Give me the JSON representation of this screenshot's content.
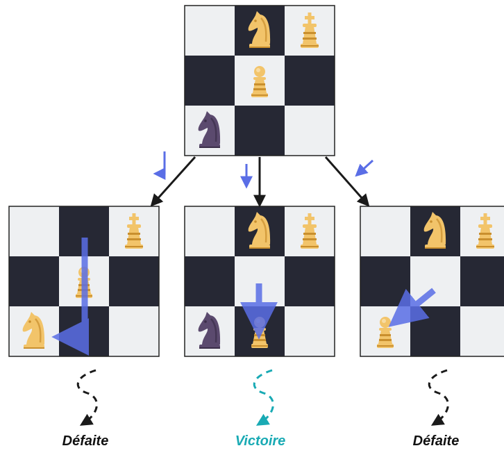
{
  "colors": {
    "light_square": "#eef0f2",
    "dark_square": "#262834",
    "white_piece": "#f2c46a",
    "black_piece": "#5b4a6e",
    "move_arrow": "#5a6ee6",
    "tree_arrow": "#1a1a1a",
    "defeat_path": "#1a1a1a",
    "victory_path": "#19aab4",
    "defeat_text": "#111111",
    "victory_text": "#19aab4"
  },
  "root": {
    "pieces": [
      {
        "type": "knight",
        "color": "white",
        "row": 0,
        "col": 1
      },
      {
        "type": "king",
        "color": "white",
        "row": 0,
        "col": 2
      },
      {
        "type": "pawn",
        "color": "white",
        "row": 1,
        "col": 1
      },
      {
        "type": "knight",
        "color": "black",
        "row": 2,
        "col": 0
      }
    ]
  },
  "branches": [
    {
      "pieces": [
        {
          "type": "king",
          "color": "white",
          "row": 0,
          "col": 2
        },
        {
          "type": "pawn",
          "color": "white",
          "row": 1,
          "col": 1
        },
        {
          "type": "knight",
          "color": "white",
          "row": 2,
          "col": 0
        }
      ],
      "move_icon": "hook-down-left-arrow-icon",
      "outcome": {
        "label": "Défaite",
        "result": "defeat"
      }
    },
    {
      "pieces": [
        {
          "type": "knight",
          "color": "white",
          "row": 0,
          "col": 1
        },
        {
          "type": "king",
          "color": "white",
          "row": 0,
          "col": 2
        },
        {
          "type": "knight",
          "color": "black",
          "row": 2,
          "col": 0
        },
        {
          "type": "pawn",
          "color": "white",
          "row": 2,
          "col": 1
        }
      ],
      "move_icon": "down-arrow-icon",
      "outcome": {
        "label": "Victoire",
        "result": "victory"
      }
    },
    {
      "pieces": [
        {
          "type": "knight",
          "color": "white",
          "row": 0,
          "col": 1
        },
        {
          "type": "king",
          "color": "white",
          "row": 0,
          "col": 2
        },
        {
          "type": "pawn",
          "color": "white",
          "row": 2,
          "col": 0
        }
      ],
      "move_icon": "diagonal-down-left-arrow-icon",
      "outcome": {
        "label": "Défaite",
        "result": "defeat"
      }
    }
  ]
}
